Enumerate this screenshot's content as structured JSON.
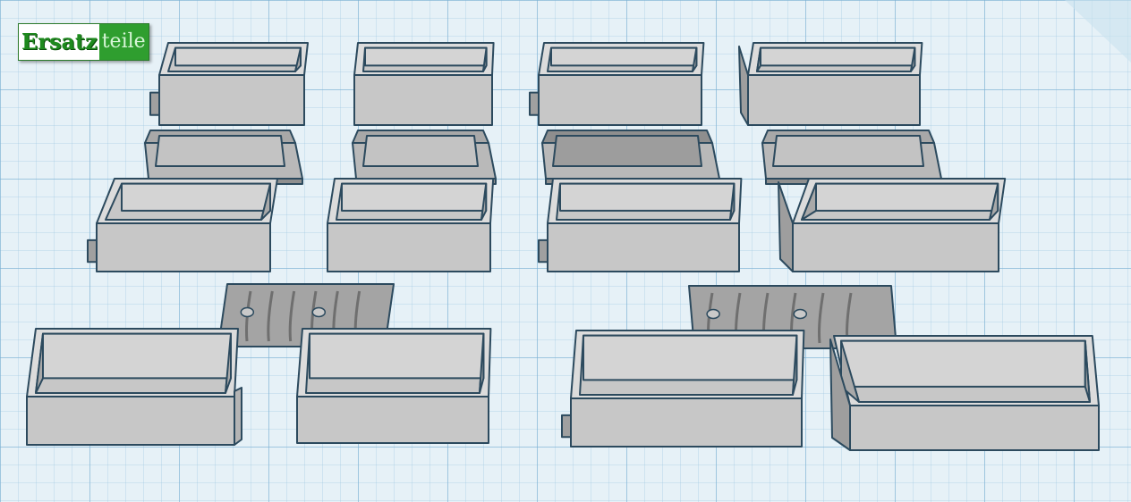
{
  "logo": {
    "part1": "Ersatz",
    "part2": "teile"
  },
  "colors": {
    "workplane_bg": "#e6f1f7",
    "part_face": "#c7c7c7",
    "part_inner": "#a9a9a9",
    "part_outline": "#2c4a5e",
    "logo_green": "#2f9e2f"
  },
  "scene": {
    "open_boxes": 12,
    "lid_trays": 4,
    "connector_plates": 2
  }
}
